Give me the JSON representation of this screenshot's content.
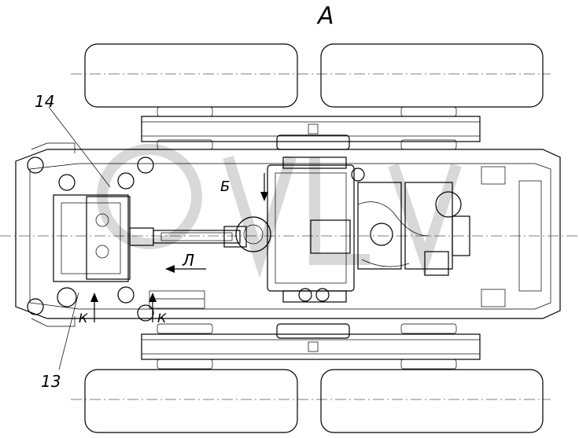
{
  "view_label": "А",
  "callouts": {
    "part_14": "14",
    "part_13": "13"
  },
  "markers": {
    "b": "Б",
    "l": "Л",
    "k_left": "К",
    "k_right": "К"
  }
}
